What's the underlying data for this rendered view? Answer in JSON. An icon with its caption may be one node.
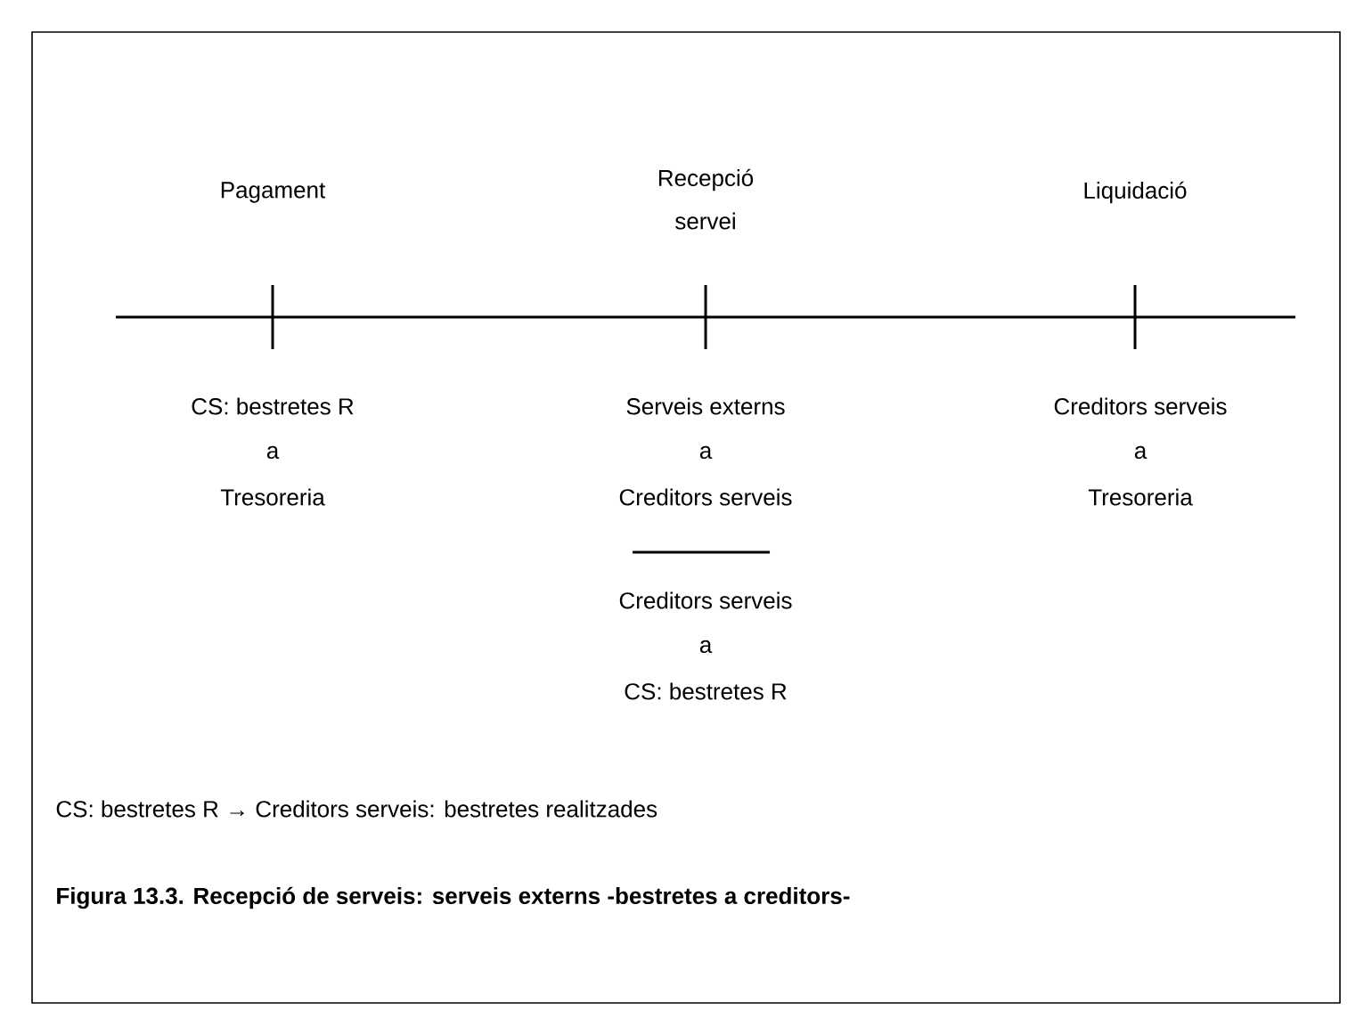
{
  "diagram": {
    "caption": "Figura 13.3. Recepció de serveis: serveis externs -bestretes a creditors-",
    "labels": [
      "Pagament",
      "Recepció",
      "servei",
      "Liquidació",
      "CS: bestretes R",
      "a",
      "Tresoreria",
      "Serveis externs",
      "a",
      "Creditors serveis",
      "Creditors serveis",
      "a",
      "Tresoreria",
      "Creditors serveis",
      "a",
      "CS: bestretes R",
      "CS: bestretes R → Creditors serveis: bestretes realitzades"
    ]
  }
}
